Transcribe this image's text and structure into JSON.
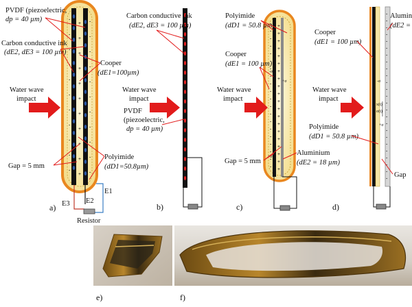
{
  "panels": {
    "a": "a)",
    "b": "b)",
    "c": "c)",
    "d": "d)",
    "e": "e)",
    "f": "f)"
  },
  "labels_a": {
    "pvdf_1": "PVDF (piezoelectric,",
    "pvdf_2": "dp = 40 µm)",
    "ink_1": "Carbon conductive ink",
    "ink_2": "(dE2, dE3 = 100 µm)",
    "cooper_1": "Cooper",
    "cooper_2": "(dE1=100µm)",
    "wave_1": "Water wave",
    "wave_2": "impact",
    "gap": "Gap = 5 mm",
    "polyimide_1": "Polyimide",
    "polyimide_2": "(dD1=50.8µm)",
    "e1": "E1",
    "e2": "E2",
    "e3": "E3",
    "resistor": "Resistor"
  },
  "labels_b": {
    "ink_1": "Carbon conductive ink",
    "ink_2": "(dE2, dE3 = 100 µm)",
    "wave_1": "Water wave",
    "wave_2": "impact",
    "pvdf_1": "PVDF",
    "pvdf_2": "(piezoelectric,",
    "pvdf_3": "dp = 40 µm)"
  },
  "labels_c": {
    "polyimide_1": "Polyimide",
    "polyimide_2": "(dD1 = 50.8 µm)",
    "cooper_1": "Cooper",
    "cooper_2": "(dE1 = 100 µm)",
    "wave_1": "Water wave",
    "wave_2": "impact",
    "gap": "Gap = 5 mm",
    "al_1": "Aluminium",
    "al_2": "(dE2 = 18 µm)"
  },
  "labels_d": {
    "al_1": "Alumin",
    "al_2": "(dE2 = 1",
    "cooper_1": "Cooper",
    "cooper_2": "(dE1 = 100 µm)",
    "wave_1": "Water wave",
    "wave_2": "impact",
    "polyimide_1": "Polyimide",
    "polyimide_2": "(dD1 = 50.8 µm)",
    "gap": "Gap"
  },
  "symbols": {
    "plus": "+",
    "minus": "-",
    "plus_sigma": "+σ",
    "minus_sigma": "-σ",
    "sigma_t": "σ(t)",
    "x_t": "x(t)"
  },
  "colors": {
    "orange": "#e9871f",
    "pale_yellow": "#f6e6a6",
    "blue_dot": "#2d5aa8",
    "red": "#e21b1b",
    "black": "#111111",
    "gray_strip": "#8a8a8a"
  }
}
